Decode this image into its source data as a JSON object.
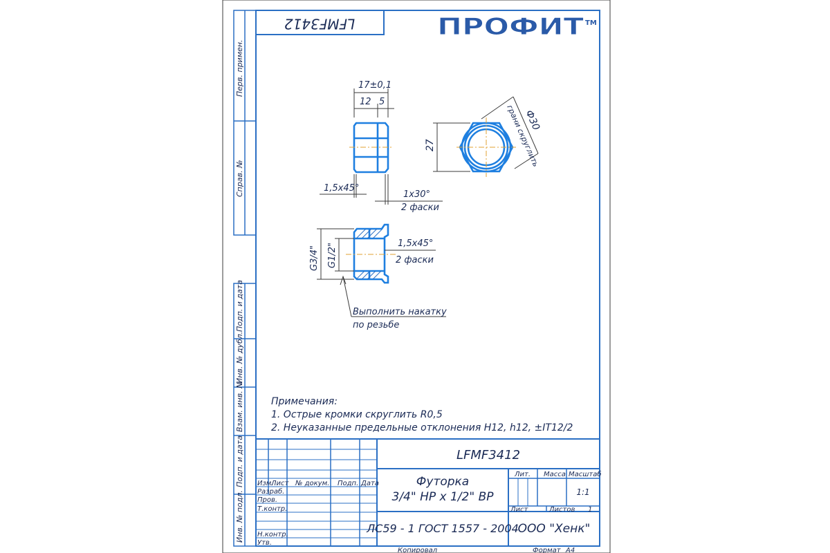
{
  "drawing": {
    "code_rotated": "LFMF3412",
    "logo_text": "ПРОФИТ",
    "logo_tm": "ТМ",
    "dims": {
      "top_total": "17±0,1",
      "top_left": "12",
      "top_right": "5",
      "height": "27",
      "chamfer1": "1,5x45°",
      "chamfer2": "1x30°",
      "chamfer2_note": "2 фаски",
      "dia": "Ф30",
      "dia_note": "грани скруглить",
      "thread_outer": "G3/4\"",
      "thread_inner": "G1/2\"",
      "chamfer3": "1,5x45°",
      "chamfer3_note": "2 фаски",
      "knurl_line1": "Выполнить накатку",
      "knurl_line2": "по резьбе"
    },
    "notes": {
      "title": "Примечания:",
      "n1": "1. Острые кромки скруглить R0,5",
      "n2": "2. Неуказанные предельные отклонения H12, h12, ±IT12/2"
    }
  },
  "side_labels": {
    "perv_primen": "Перв. примен.",
    "sprav": "Справ. №",
    "podp_data1": "Подп. и дата",
    "inv_dubl": "Инв. № дубл.",
    "vzam_inv": "Взам. инв. №",
    "podp_data2": "Подп. и дата",
    "inv_podl": "Инв. № подл."
  },
  "title_block": {
    "code": "LFMF3412",
    "name_line1": "Футорка",
    "name_line2": "3/4\" НР х 1/2\" ВР",
    "material": "ЛС59 - 1 ГОСТ 1557 - 2004",
    "company": "ООО \"Хенк\"",
    "col_izm": "Изм.",
    "col_list": "Лист",
    "col_docnum": "№ докум.",
    "col_podp": "Подп.",
    "col_data": "Дата",
    "row_razrab": "Разраб.",
    "row_prov": "Пров.",
    "row_tkontr": "Т.контр.",
    "row_nkontr": "Н.контр.",
    "row_utv": "Утв.",
    "lit": "Лит.",
    "massa": "Масса",
    "masshtab": "Масштаб",
    "scale_value": "1:1",
    "list_label": "Лист",
    "listov_label": "Листов",
    "listov_value": "1",
    "kopiroval": "Копировал",
    "format_label": "Формат",
    "format_value": "А4"
  }
}
